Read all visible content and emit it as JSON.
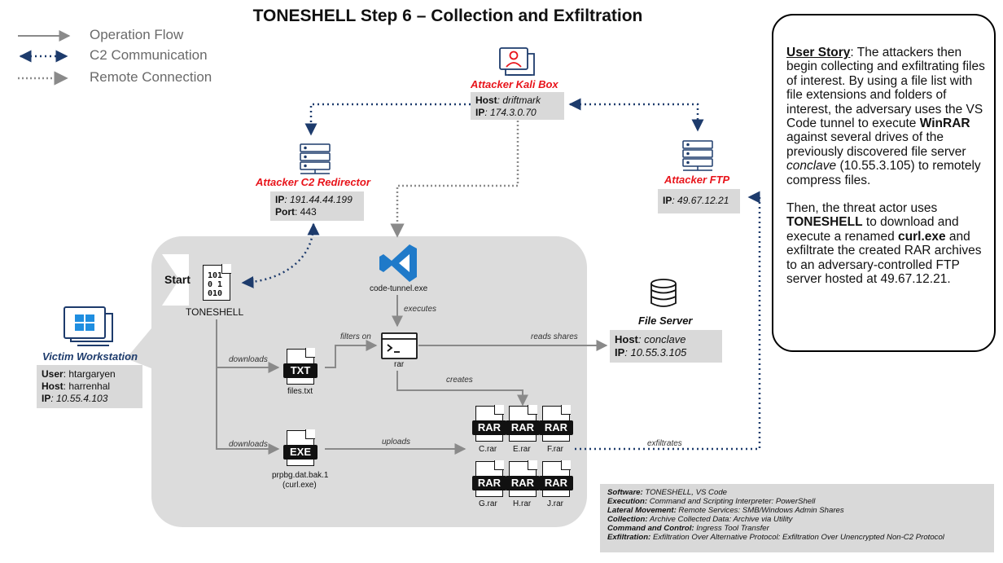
{
  "title": "TONESHELL Step 6 – Collection and Exfiltration",
  "legend": {
    "operation_flow": "Operation Flow",
    "c2_communication": "C2 Communication",
    "remote_connection": "Remote Connection"
  },
  "kali": {
    "name": "Attacker Kali Box",
    "host_label": "Host",
    "host_value": ": driftmark",
    "ip_label": "IP",
    "ip_value": ": 174.3.0.70"
  },
  "redirector": {
    "name": "Attacker C2 Redirector",
    "ip_label": "IP",
    "ip_value": ": 191.44.44.199",
    "port_label": "Port",
    "port_value": ": 443"
  },
  "ftp": {
    "name": "Attacker FTP",
    "ip_label": "IP",
    "ip_value": ": 49.67.12.21"
  },
  "victim": {
    "name": "Victim Workstation",
    "user_label": "User",
    "user_value": ": htargaryen",
    "host_label": "Host",
    "host_value": ": harrenhal",
    "ip_label": "IP",
    "ip_value": ": 10.55.4.103"
  },
  "file_server": {
    "name": "File Server",
    "host_label": "Host",
    "host_value": ": conclave",
    "ip_label": "IP",
    "ip_value": ": 10.55.3.105"
  },
  "start_label": "Start",
  "toneshell": {
    "glyph": "1010 1010",
    "label": "TONESHELL"
  },
  "code_tunnel": {
    "label": "code-tunnel.exe"
  },
  "rar_tool": {
    "label": "rar",
    "prompt": ">_"
  },
  "files_txt": {
    "badge": "TXT",
    "label": "files.txt"
  },
  "curl": {
    "badge": "EXE",
    "label": "prpbg.dat.bak.1",
    "sublabel": "(curl.exe)"
  },
  "archives": [
    {
      "badge": "RAR",
      "label": "C.rar"
    },
    {
      "badge": "RAR",
      "label": "E.rar"
    },
    {
      "badge": "RAR",
      "label": "F.rar"
    },
    {
      "badge": "RAR",
      "label": "G.rar"
    },
    {
      "badge": "RAR",
      "label": "H.rar"
    },
    {
      "badge": "RAR",
      "label": "J.rar"
    }
  ],
  "edges": {
    "downloads_1": "downloads",
    "downloads_2": "downloads",
    "filters_on": "filters on",
    "executes": "executes",
    "reads_shares": "reads shares",
    "creates": "creates",
    "uploads": "uploads",
    "exfiltrates": "exfiltrates"
  },
  "story": {
    "heading": "User Story",
    "p1_a": ": The attackers then begin collecting and exfiltrating files of interest. By using a file list with file extensions and folders of interest, the adversary uses the VS Code tunnel to execute ",
    "p1_b": "WinRAR",
    "p1_c": " against several drives of the previously discovered file server ",
    "p1_d": "conclave",
    "p1_e": " (10.55.3.105) to remotely compress files.",
    "p2_a": "Then, the threat actor uses ",
    "p2_b": "TONESHELL",
    "p2_c": " to download and execute a renamed ",
    "p2_d": "curl.exe",
    "p2_e": " and exfiltrate the created RAR archives to an adversary-controlled FTP server hosted at 49.67.12.21."
  },
  "techniques": [
    {
      "label": "Software:",
      "value": " TONESHELL, VS Code"
    },
    {
      "label": "Execution:",
      "value": " Command and Scripting Interpreter: PowerShell"
    },
    {
      "label": "Lateral Movement:",
      "value": " Remote Services: SMB/Windows Admin Shares"
    },
    {
      "label": "Collection:",
      "value": " Archive Collected Data: Archive via Utility"
    },
    {
      "label": "Command and Control:",
      "value": " Ingress Tool Transfer"
    },
    {
      "label": "Exfiltration:",
      "value": " Exfiltration Over Alternative Protocol: Exfiltration Over Unencrypted Non-C2 Protocol"
    }
  ],
  "colors": {
    "flow_gray": "#8a8a8a",
    "c2_navy": "#1d3b6c",
    "remote_gray": "#8c8c8c",
    "attacker_red": "#e8141b",
    "icon_navy": "#1d3b6c",
    "box_gray": "#d9d9d9",
    "vscode_blue": "#1f7ac9"
  }
}
